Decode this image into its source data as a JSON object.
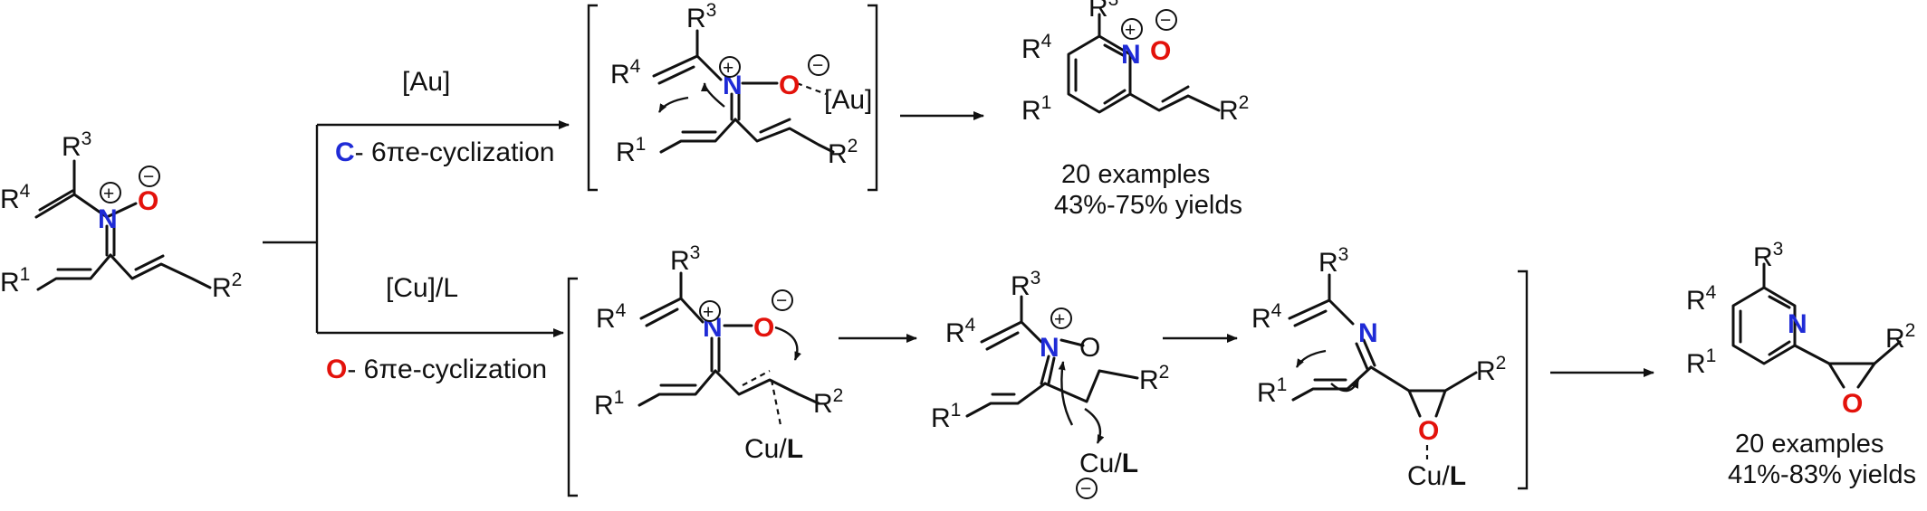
{
  "colors": {
    "nitrogen": "#1f2bd6",
    "oxygen": "#e3120b",
    "text": "#111111"
  },
  "atoms": {
    "N": "N",
    "O": "O"
  },
  "subs": {
    "R": "R",
    "n1": "1",
    "n2": "2",
    "n3": "3",
    "n4": "4"
  },
  "charge": {
    "plus": "+",
    "minus": "−"
  },
  "metal": {
    "au": "[Au]",
    "cu": "Cu/",
    "L": "L"
  },
  "top_route": {
    "reagent": "[Au]",
    "mode_letter": "C",
    "mode_text": "- 6πe-cyclization",
    "examples": "20 examples",
    "yields": "43%-75% yields"
  },
  "bottom_route": {
    "reagent": "[Cu]/L",
    "mode_letter": "O",
    "mode_text": "- 6πe-cyclization",
    "examples": "20 examples",
    "yields": "41%-83% yields"
  }
}
